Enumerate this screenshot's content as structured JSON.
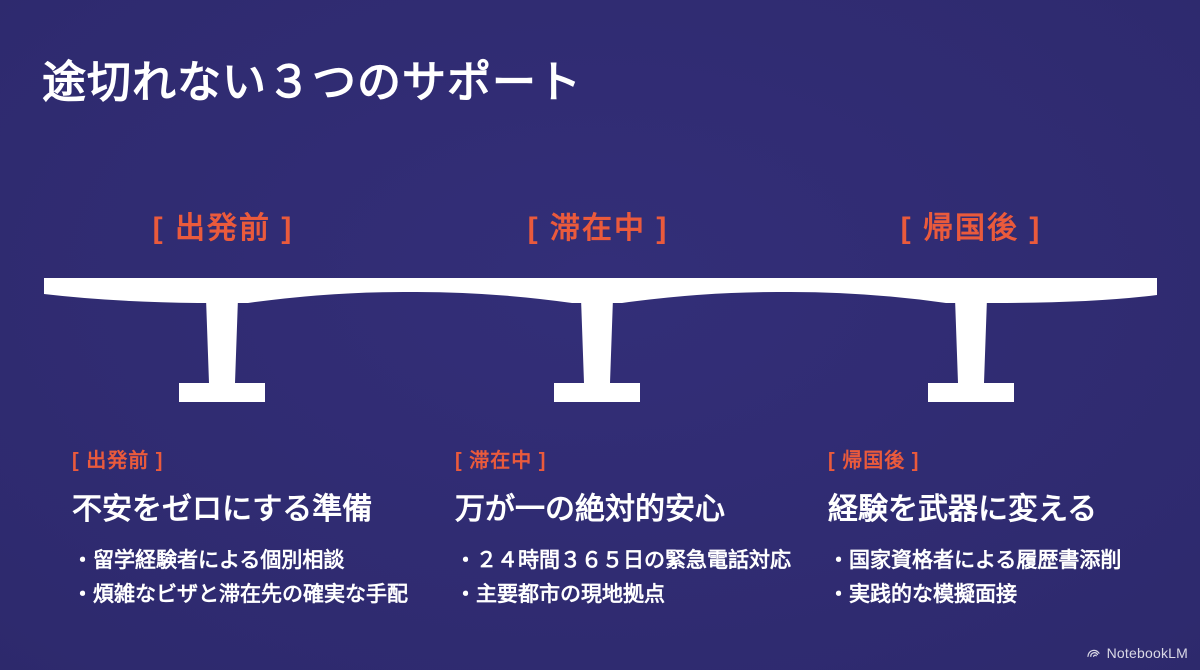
{
  "slide": {
    "title": "途切れない３つのサポート"
  },
  "timeline": {
    "labels": [
      "[ 出発前 ]",
      "[ 滞在中 ]",
      "[ 帰国後 ]"
    ]
  },
  "phases": [
    {
      "tag": "[ 出発前 ]",
      "heading": "不安をゼロにする準備",
      "bullets": [
        "・留学経験者による個別相談",
        "・煩雑なビザと滞在先の確実な手配"
      ]
    },
    {
      "tag": "[ 滞在中 ]",
      "heading": "万が一の絶対的安心",
      "bullets": [
        "・２４時間３６５日の緊急電話対応",
        "・主要都市の現地拠点"
      ]
    },
    {
      "tag": "[ 帰国後 ]",
      "heading": "経験を武器に変える",
      "bullets": [
        "・国家資格者による履歴書添削",
        "・実践的な模擬面接"
      ]
    }
  ],
  "watermark": {
    "label": "NotebookLM",
    "icon": "notebooklm-swirl-icon"
  },
  "colors": {
    "background": "#2e2a6e",
    "accent_orange": "#ea5a3c",
    "text_white": "#ffffff",
    "bridge_white": "#ffffff"
  }
}
